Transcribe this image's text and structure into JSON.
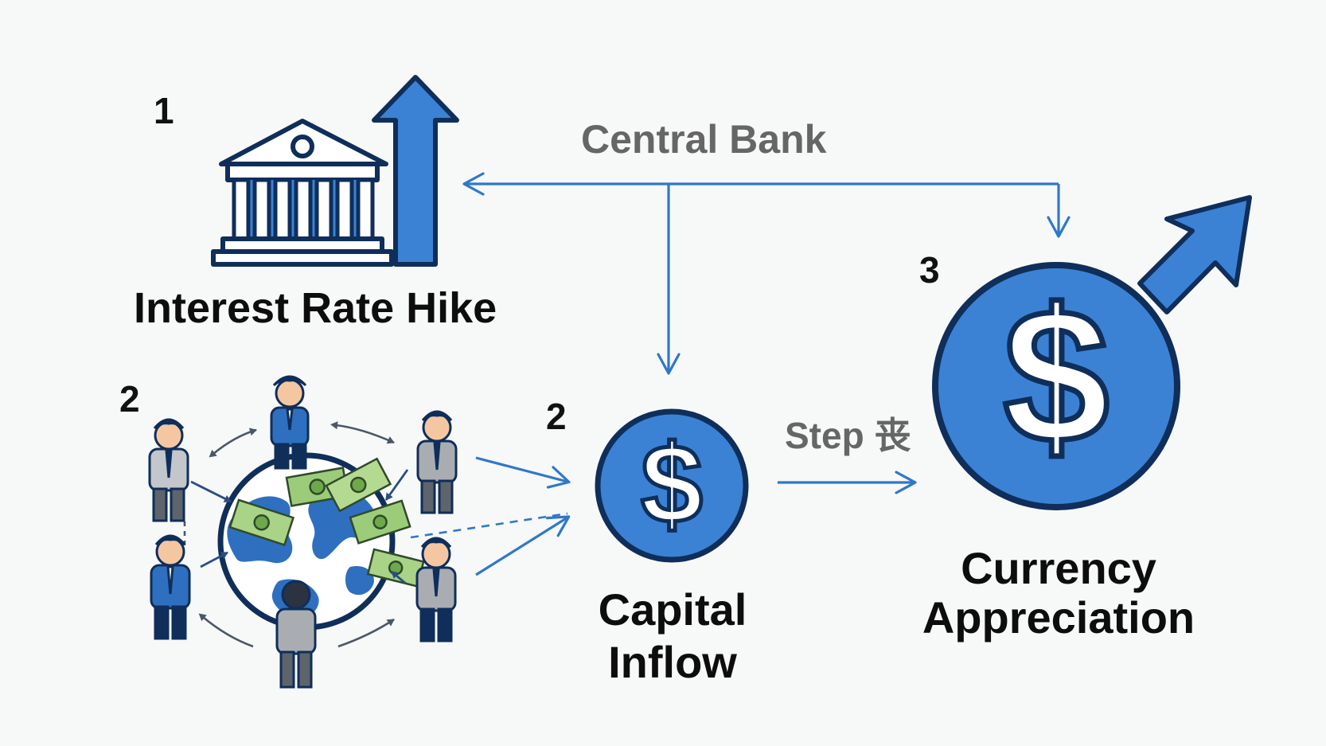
{
  "diagram": {
    "title": "Central Bank",
    "step1": {
      "number": "1",
      "label": "Interest Rate Hike"
    },
    "step2_network": {
      "number": "2"
    },
    "step2": {
      "number": "2",
      "label_line1": "Capital",
      "label_line2": "Inflow",
      "symbol": "$"
    },
    "step3": {
      "number": "3",
      "label_line1": "Currency",
      "label_line2": "Appreciation",
      "symbol": "$"
    },
    "edge_label": "Step 丧",
    "colors": {
      "blue": "#3b82d4",
      "navy": "#0f2e5a",
      "arrow": "#2f78c8",
      "money": "#9ccc7a",
      "suit_gray": "#a9adb2",
      "suit_blue": "#2f6fbf"
    },
    "icons": [
      "bank-building-icon",
      "up-arrow-icon",
      "dollar-coin-icon",
      "globe-icon",
      "businessperson-icon",
      "banknote-icon",
      "diagonal-arrow-icon"
    ]
  }
}
